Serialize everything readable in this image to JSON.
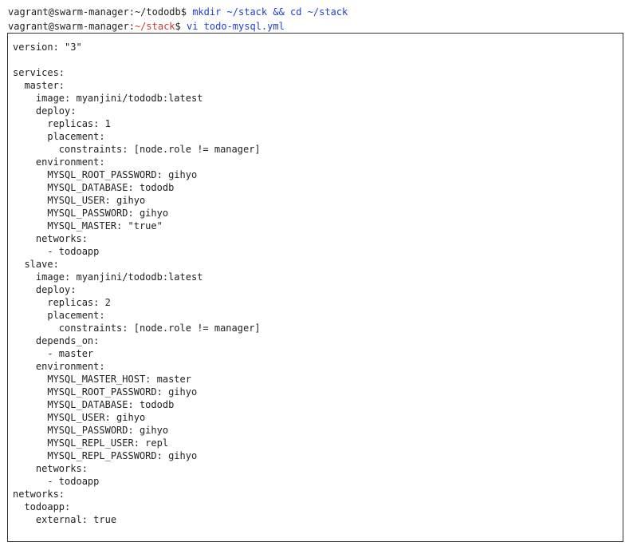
{
  "terminal": {
    "line1": {
      "prompt": "vagrant@swarm-manager:~/tododb$",
      "command": "mkdir ~/stack && cd ~/stack"
    },
    "line2": {
      "user_host": "vagrant@swarm-manager:",
      "path": "~/stack",
      "dollar": "$",
      "command": "vi todo-mysql.yml"
    }
  },
  "file": {
    "lines": [
      "version: \"3\"",
      "",
      "services:",
      "  master:",
      "    image: myanjini/tododb:latest",
      "    deploy:",
      "      replicas: 1",
      "      placement:",
      "        constraints: [node.role != manager]",
      "    environment:",
      "      MYSQL_ROOT_PASSWORD: gihyo",
      "      MYSQL_DATABASE: tododb",
      "      MYSQL_USER: gihyo",
      "      MYSQL_PASSWORD: gihyo",
      "      MYSQL_MASTER: \"true\"",
      "    networks:",
      "      - todoapp",
      "  slave:",
      "    image: myanjini/tododb:latest",
      "    deploy:",
      "      replicas: 2",
      "      placement:",
      "        constraints: [node.role != manager]",
      "    depends_on:",
      "      - master",
      "    environment:",
      "      MYSQL_MASTER_HOST: master",
      "      MYSQL_ROOT_PASSWORD: gihyo",
      "      MYSQL_DATABASE: tododb",
      "      MYSQL_USER: gihyo",
      "      MYSQL_PASSWORD: gihyo",
      "      MYSQL_REPL_USER: repl",
      "      MYSQL_REPL_PASSWORD: gihyo",
      "    networks:",
      "      - todoapp",
      "networks:",
      "  todoapp:",
      "    external: true"
    ]
  }
}
